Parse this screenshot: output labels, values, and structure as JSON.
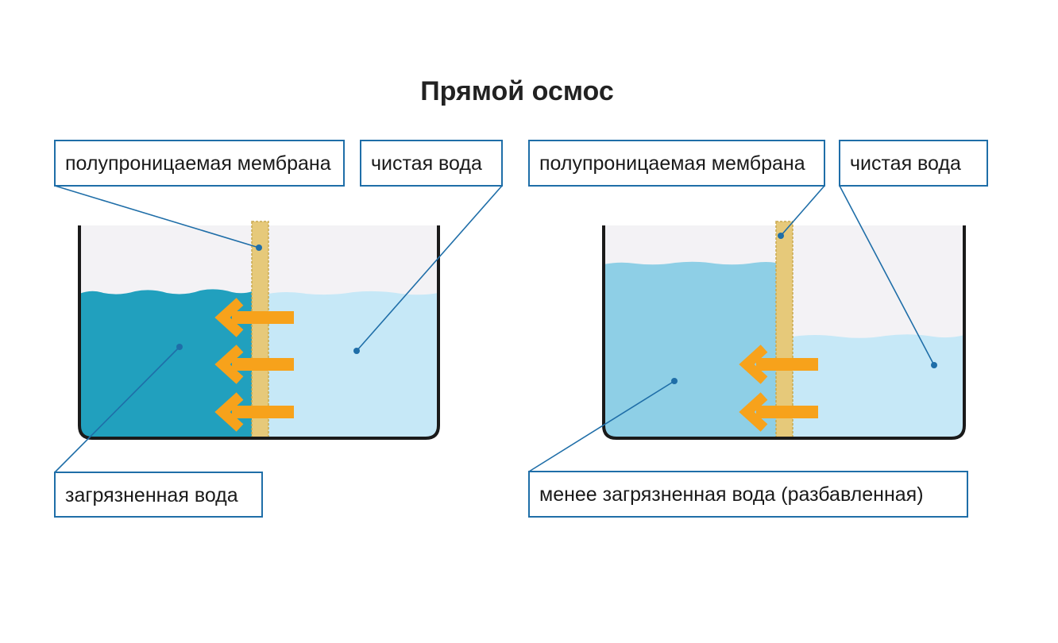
{
  "title": "Прямой осмос",
  "colors": {
    "background_air": "#f3f2f5",
    "dirty_water": "#21a0be",
    "diluted_water": "#8ecfe6",
    "clean_water": "#c6e8f7",
    "membrane": "#e6c97a",
    "arrow": "#f7a21b",
    "leader_line": "#1f6ea8",
    "tank_outline": "#1a1a1a"
  },
  "left_panel": {
    "membrane_label": "полупроницаемая мембрана",
    "clean_label": "чистая вода",
    "water_label": "загрязненная вода",
    "arrow_count": 3,
    "arrow_direction": "left"
  },
  "right_panel": {
    "membrane_label": "полупроницаемая мембрана",
    "clean_label": "чистая вода",
    "water_label": "менее загрязненная вода (разбавленная)",
    "arrow_count": 2,
    "arrow_direction": "left"
  }
}
